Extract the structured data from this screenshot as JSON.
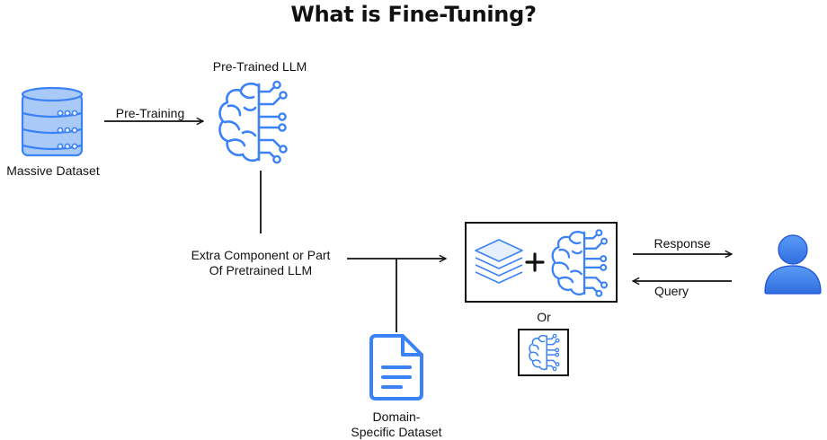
{
  "title": "What is Fine-Tuning?",
  "nodes": {
    "massive_dataset": {
      "label": "Massive Dataset",
      "icon": "database-icon"
    },
    "pretrained_llm": {
      "label": "Pre-Trained LLM",
      "icon": "brain-circuit-icon"
    },
    "extra_component": {
      "label_line1": "Extra Component or Part",
      "label_line2": "Of Pretrained LLM"
    },
    "domain_dataset": {
      "label_line1": "Domain-",
      "label_line2": "Specific Dataset",
      "icon": "document-icon"
    },
    "finetuned_model": {
      "icon_layers": "layers-icon",
      "icon_plus": "plus-icon",
      "icon_brain": "brain-circuit-icon"
    },
    "alt_model": {
      "or_label": "Or",
      "icon": "brain-circuit-icon"
    },
    "user": {
      "icon": "user-icon"
    }
  },
  "edges": {
    "pre_training": "Pre-Training",
    "response": "Response",
    "query": "Query"
  },
  "colors": {
    "accent": "#3b82f6",
    "accent_light": "#a9c9f7",
    "line": "#111111"
  }
}
